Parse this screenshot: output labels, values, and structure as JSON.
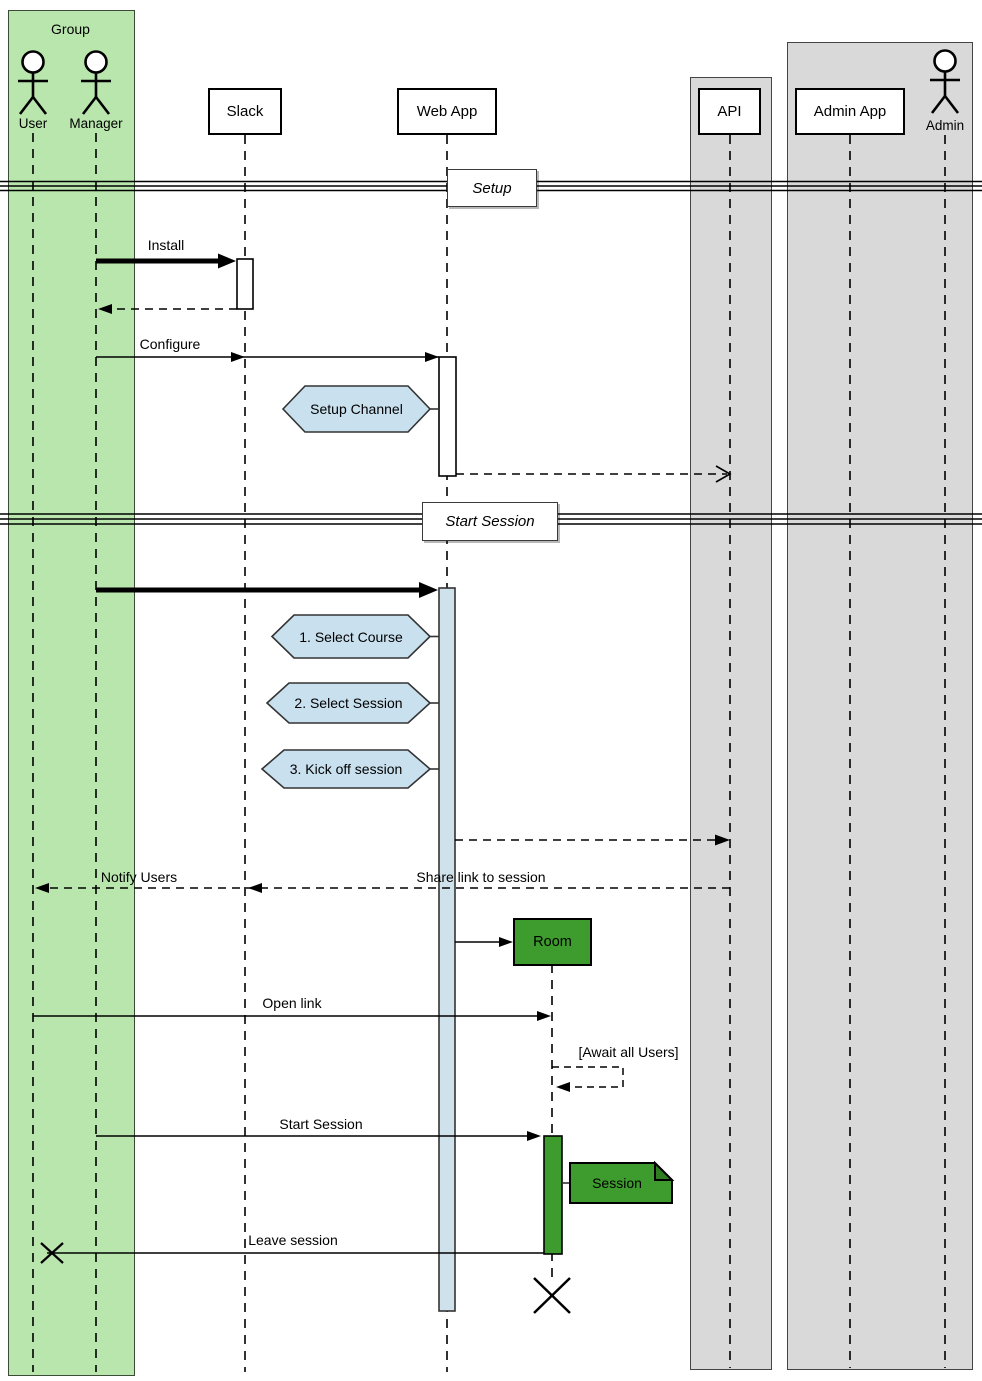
{
  "group": {
    "label": "Group"
  },
  "actors": {
    "user": "User",
    "manager": "Manager",
    "admin": "Admin"
  },
  "participants": {
    "slack": "Slack",
    "web_app": "Web App",
    "api": "API",
    "admin_app": "Admin App"
  },
  "sections": {
    "setup": "Setup",
    "start_session": "Start Session"
  },
  "messages": {
    "install": "Install",
    "configure": "Configure",
    "setup_channel": "Setup Channel",
    "steps": {
      "select_course": "1. Select Course",
      "select_session": "2. Select Session",
      "kick_off_session": "3. Kick off session"
    },
    "notify_users": "Notify Users",
    "share_link": "Share link to session",
    "open_link": "Open link",
    "await_all_users": "[Await all Users]",
    "start_session": "Start Session",
    "leave_session": "Leave session"
  },
  "objects": {
    "room": "Room",
    "session_note": "Session"
  },
  "colors": {
    "group_fill": "#b9e6ad",
    "container_fill": "#d9d9d9",
    "hexagon_fill": "#c9e0ee",
    "activation_fill": "#cfe2ec",
    "green_fill": "#3e9b2e",
    "note_fold_fill": "#2f7d20",
    "line": "#000000"
  }
}
